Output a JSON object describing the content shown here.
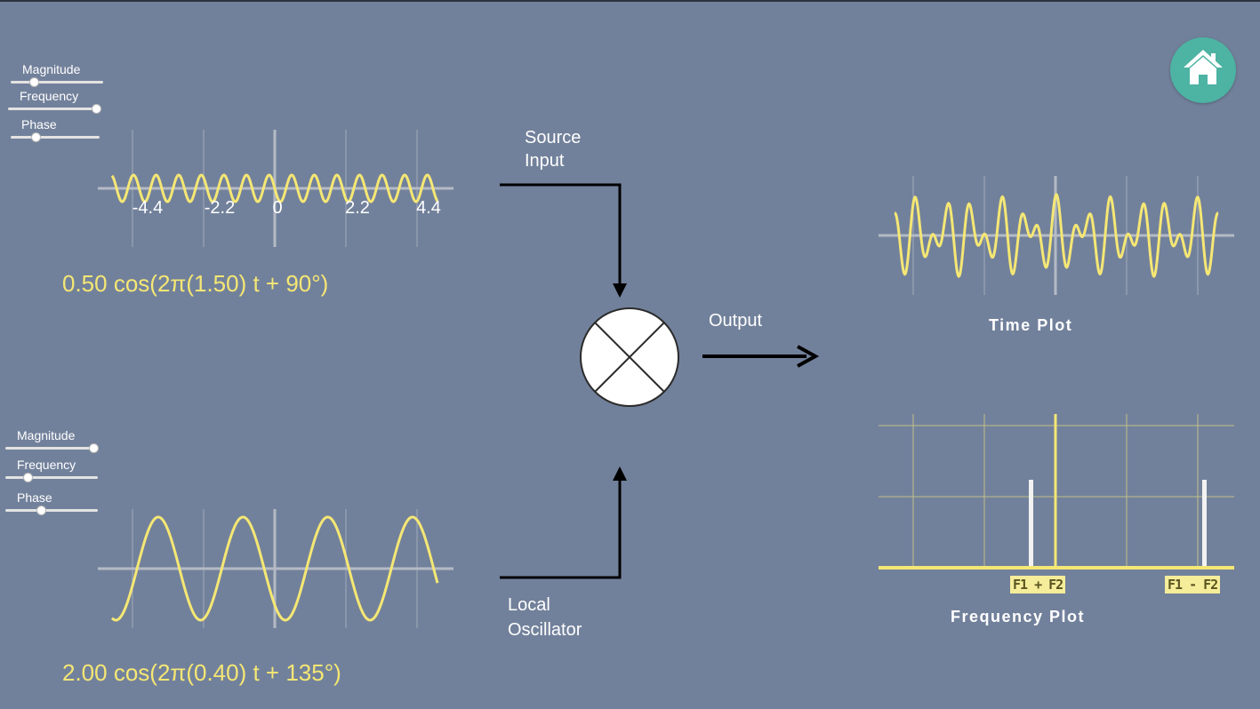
{
  "source": {
    "sliders": [
      {
        "label": "Magnitude",
        "value": 0.25
      },
      {
        "label": "Frequency",
        "value": 0.95
      },
      {
        "label": "Phase",
        "value": 0.28
      }
    ],
    "formula": "0.50 cos(2π(1.50) t + 90°)",
    "magnitude": 0.5,
    "frequency": 1.5,
    "phase_deg": 90,
    "tick_labels": [
      "-4.4",
      "-2.2",
      "0",
      "2.2",
      "4.4"
    ]
  },
  "oscillator": {
    "sliders": [
      {
        "label": "Magnitude",
        "value": 0.95
      },
      {
        "label": "Frequency",
        "value": 0.24
      },
      {
        "label": "Phase",
        "value": 0.38
      }
    ],
    "formula": "2.00 cos(2π(0.40) t + 135°)",
    "magnitude": 2.0,
    "frequency": 0.4,
    "phase_deg": 135
  },
  "diagram": {
    "source_label_1": "Source",
    "source_label_2": "Input",
    "oscillator_label_1": "Local",
    "oscillator_label_2": "Oscillator",
    "output_label": "Output"
  },
  "time_plot": {
    "title": "Time Plot"
  },
  "frequency_plot": {
    "title": "Frequency Plot",
    "sum_label": "F1 + F2",
    "diff_label": "F1 - F2"
  },
  "colors": {
    "background": "#72819b",
    "wave": "#f5e774",
    "home_button": "#4db3a3",
    "grid": "#a3abb8"
  },
  "icons": {
    "home": "home-icon",
    "mixer": "multiply-icon"
  }
}
